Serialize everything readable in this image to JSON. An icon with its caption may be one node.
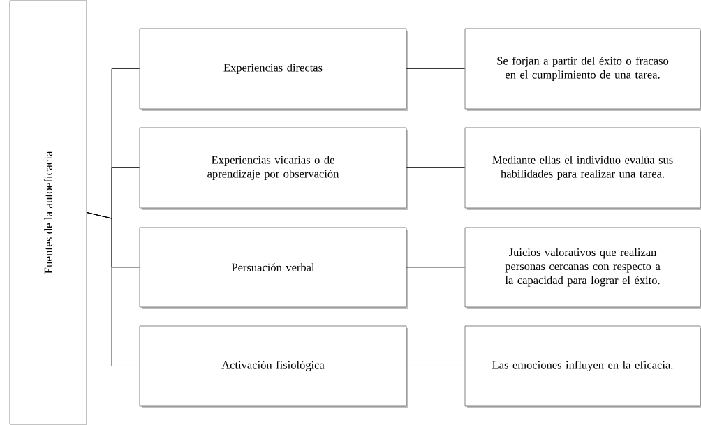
{
  "diagram": {
    "nodes": [
      {
        "text": [
          "Fuentes de la autoeficacia"
        ]
      },
      {
        "text": [
          "Experiencias directas"
        ]
      },
      {
        "text": [
          "Experiencias vicarias o de aprendizaje por observación"
        ]
      },
      {
        "text": [
          "Persuación verbal"
        ]
      },
      {
        "text": [
          "Activación fisiológica"
        ]
      },
      {
        "text": [
          "Se forjan a partir del éxito o fracaso en el cumplimiento de una tarea."
        ]
      },
      {
        "text": [
          "Mediante ellas el individuo evalúa sus habilidades para realizar una tarea."
        ]
      },
      {
        "text": [
          "Juicios valorativos que realizan personas cercanas con respecto a  la capacidad para lograr el éxito."
        ]
      },
      {
        "text": [
          "Las emociones influyen en la eficacia."
        ]
      }
    ],
    "edges": [
      {
        "from": 0,
        "to": 1,
        "arrow": "none"
      },
      {
        "from": 0,
        "to": 2,
        "arrow": "none"
      },
      {
        "from": 0,
        "to": 3,
        "arrow": "none"
      },
      {
        "from": 0,
        "to": 4,
        "arrow": "none"
      },
      {
        "from": 1,
        "to": 5,
        "arrow": "none"
      },
      {
        "from": 2,
        "to": 6,
        "arrow": "none"
      },
      {
        "from": 3,
        "to": 7,
        "arrow": "none"
      },
      {
        "from": 4,
        "to": 8,
        "arrow": "none"
      }
    ]
  }
}
